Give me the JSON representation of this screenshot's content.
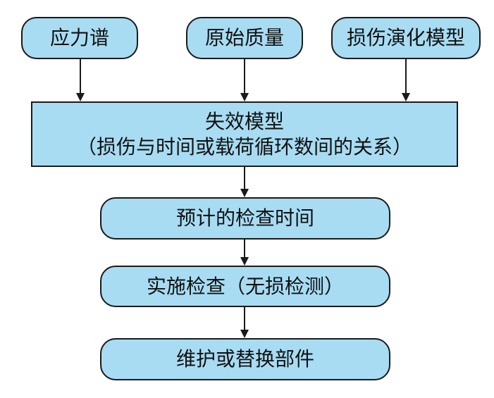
{
  "nodes": {
    "stress_spectrum": "应力谱",
    "original_quality": "原始质量",
    "damage_model": "损伤演化模型",
    "failure_model_title": "失效模型",
    "failure_model_subtitle": "（损伤与时间或载荷循环数间的关系）",
    "planned_inspection": "预计的检查时间",
    "perform_inspection": "实施检查（无损检测）",
    "repair_replace": "维护或替换部件"
  },
  "colors": {
    "node_fill": "#a8dcf2",
    "stroke": "#1a1a1a"
  }
}
